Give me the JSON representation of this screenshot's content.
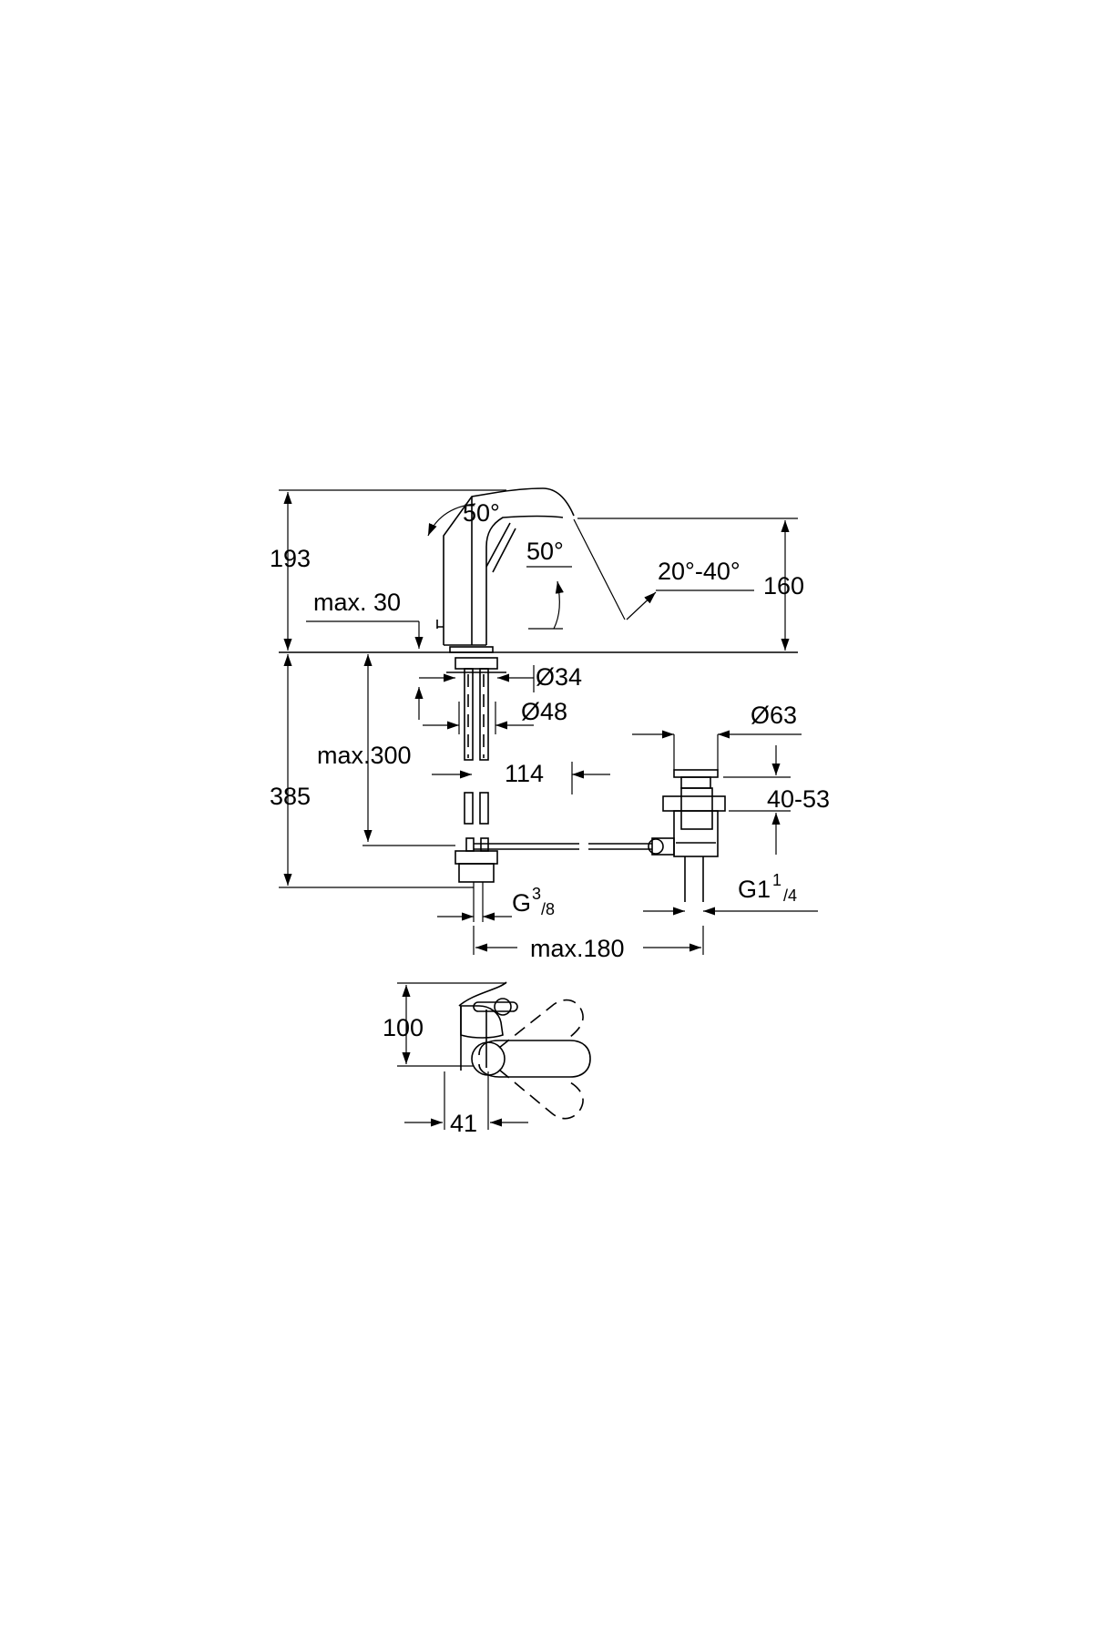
{
  "dimensions": {
    "total_height_above_deck": "193",
    "lever_angle_top": "50°",
    "lever_angle_side": "50°",
    "spout_angle": "20°-40°",
    "spout_height": "160",
    "max_deck_thickness": "max. 30",
    "bore_diameter": "Ø34",
    "base_diameter": "Ø48",
    "flexible_hose_length": "max.300",
    "offset_to_waste": "114",
    "below_deck_height": "385",
    "waste_diameter": "Ø63",
    "waste_adjustment": "40-53",
    "connection_thread": {
      "main": "G",
      "sup": "3",
      "sub": "/8"
    },
    "waste_thread": {
      "main": "G1",
      "sup": "1",
      "sub": "/4"
    },
    "pull_rod_length": "max.180",
    "plan_depth": "100",
    "plan_offset": "41"
  }
}
